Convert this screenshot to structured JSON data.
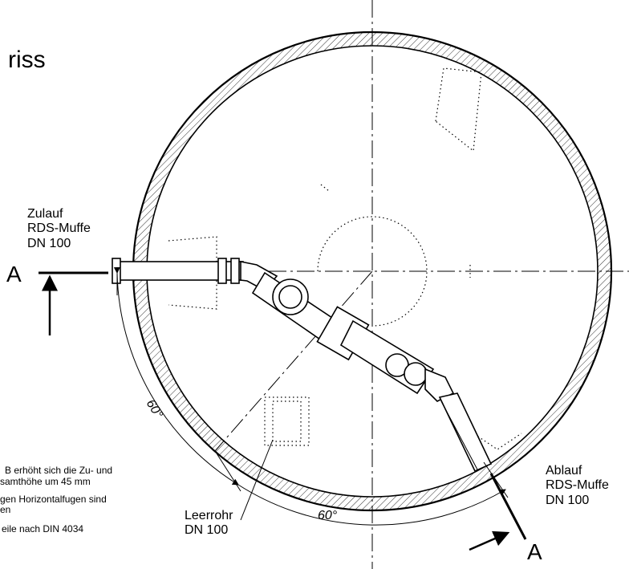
{
  "drawing": {
    "title_fragment": "riss",
    "inlet": {
      "line1": "Zulauf",
      "line2": "RDS-Muffe",
      "line3": "DN 100"
    },
    "outlet": {
      "line1": "Ablauf",
      "line2": "RDS-Muffe",
      "line3": "DN 100"
    },
    "conduit": {
      "line1": "Leerrohr",
      "line2": "DN 100"
    },
    "section_mark_left": "A",
    "section_mark_right": "A",
    "angle_left": "60°",
    "angle_bottom": "60°",
    "notes": [
      "B erhöht sich  die Zu- und",
      "samthöhe  um 45 mm",
      "gen Horizontalfugen  sind",
      "en",
      "eile nach DIN 4034"
    ]
  },
  "colors": {
    "ink": "#000000",
    "paper": "#ffffff"
  }
}
